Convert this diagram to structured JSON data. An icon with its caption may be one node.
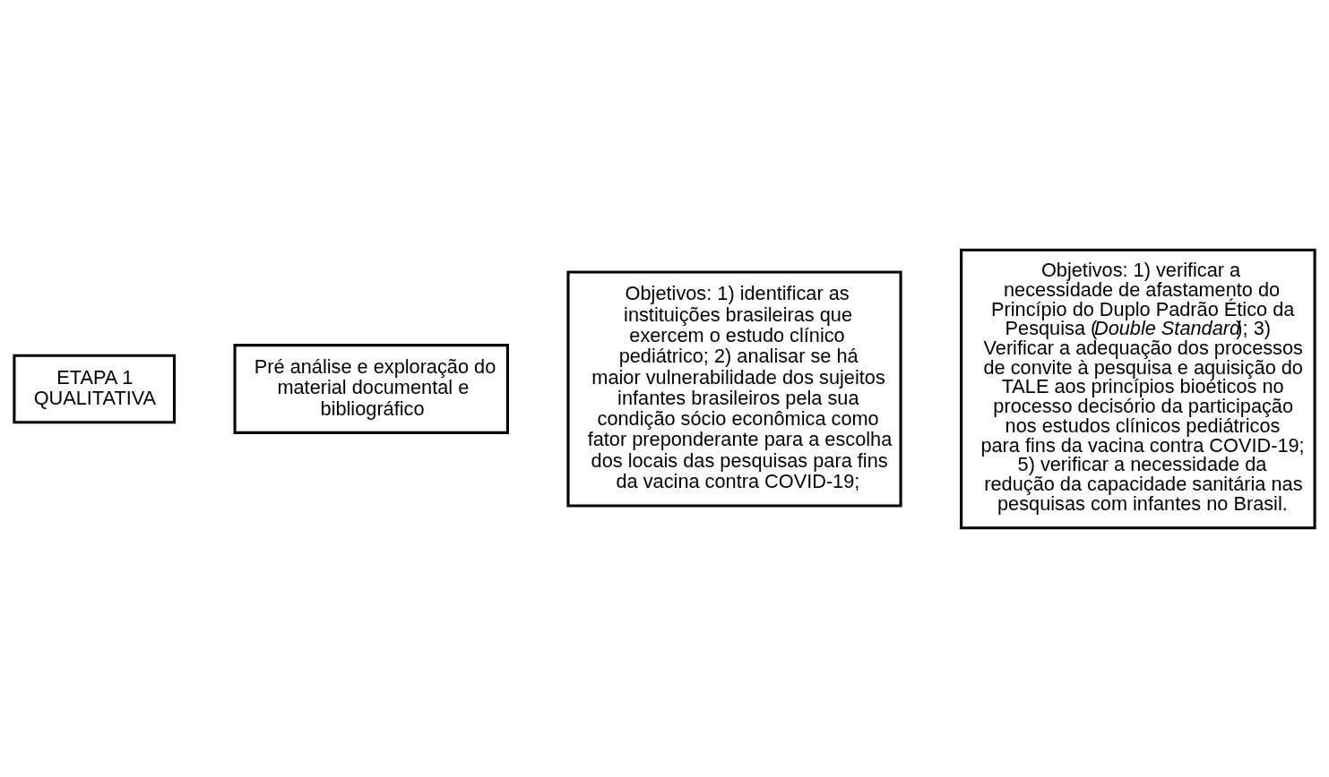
{
  "diagram": {
    "nodes": [
      {
        "text": [
          "ETAPA 1 QUALITATIVA"
        ]
      },
      {
        "text": [
          "Pré análise e exploração do material documental e bibliográfico"
        ]
      },
      {
        "text": [
          "Objetivos: 1) identificar as instituições brasileiras que exercem o estudo clínico pediátrico; 2) analisar se há maior vulnerabilidade dos sujeitos infantes brasileiros pela sua condição sócio econômica como fator preponderante para a escolha dos locais das pesquisas para fins da vacina contra COVID-19;"
        ]
      },
      {
        "text": [
          "Objetivos: 1) verificar a necessidade de afastamento do Princípio do Duplo Padrão Ético da Pesquisa (*Double Standard*); 3) Verificar a adequação dos processos de convite à pesquisa e aquisição do TALE aos princípios bioéticos no processo decisório da participação nos estudos clínicos pediátricos para fins da vacina contra COVID-19; 5) verificar a necessidade da redução da capacidade sanitária nas pesquisas com infantes no Brasil."
        ]
      }
    ]
  }
}
